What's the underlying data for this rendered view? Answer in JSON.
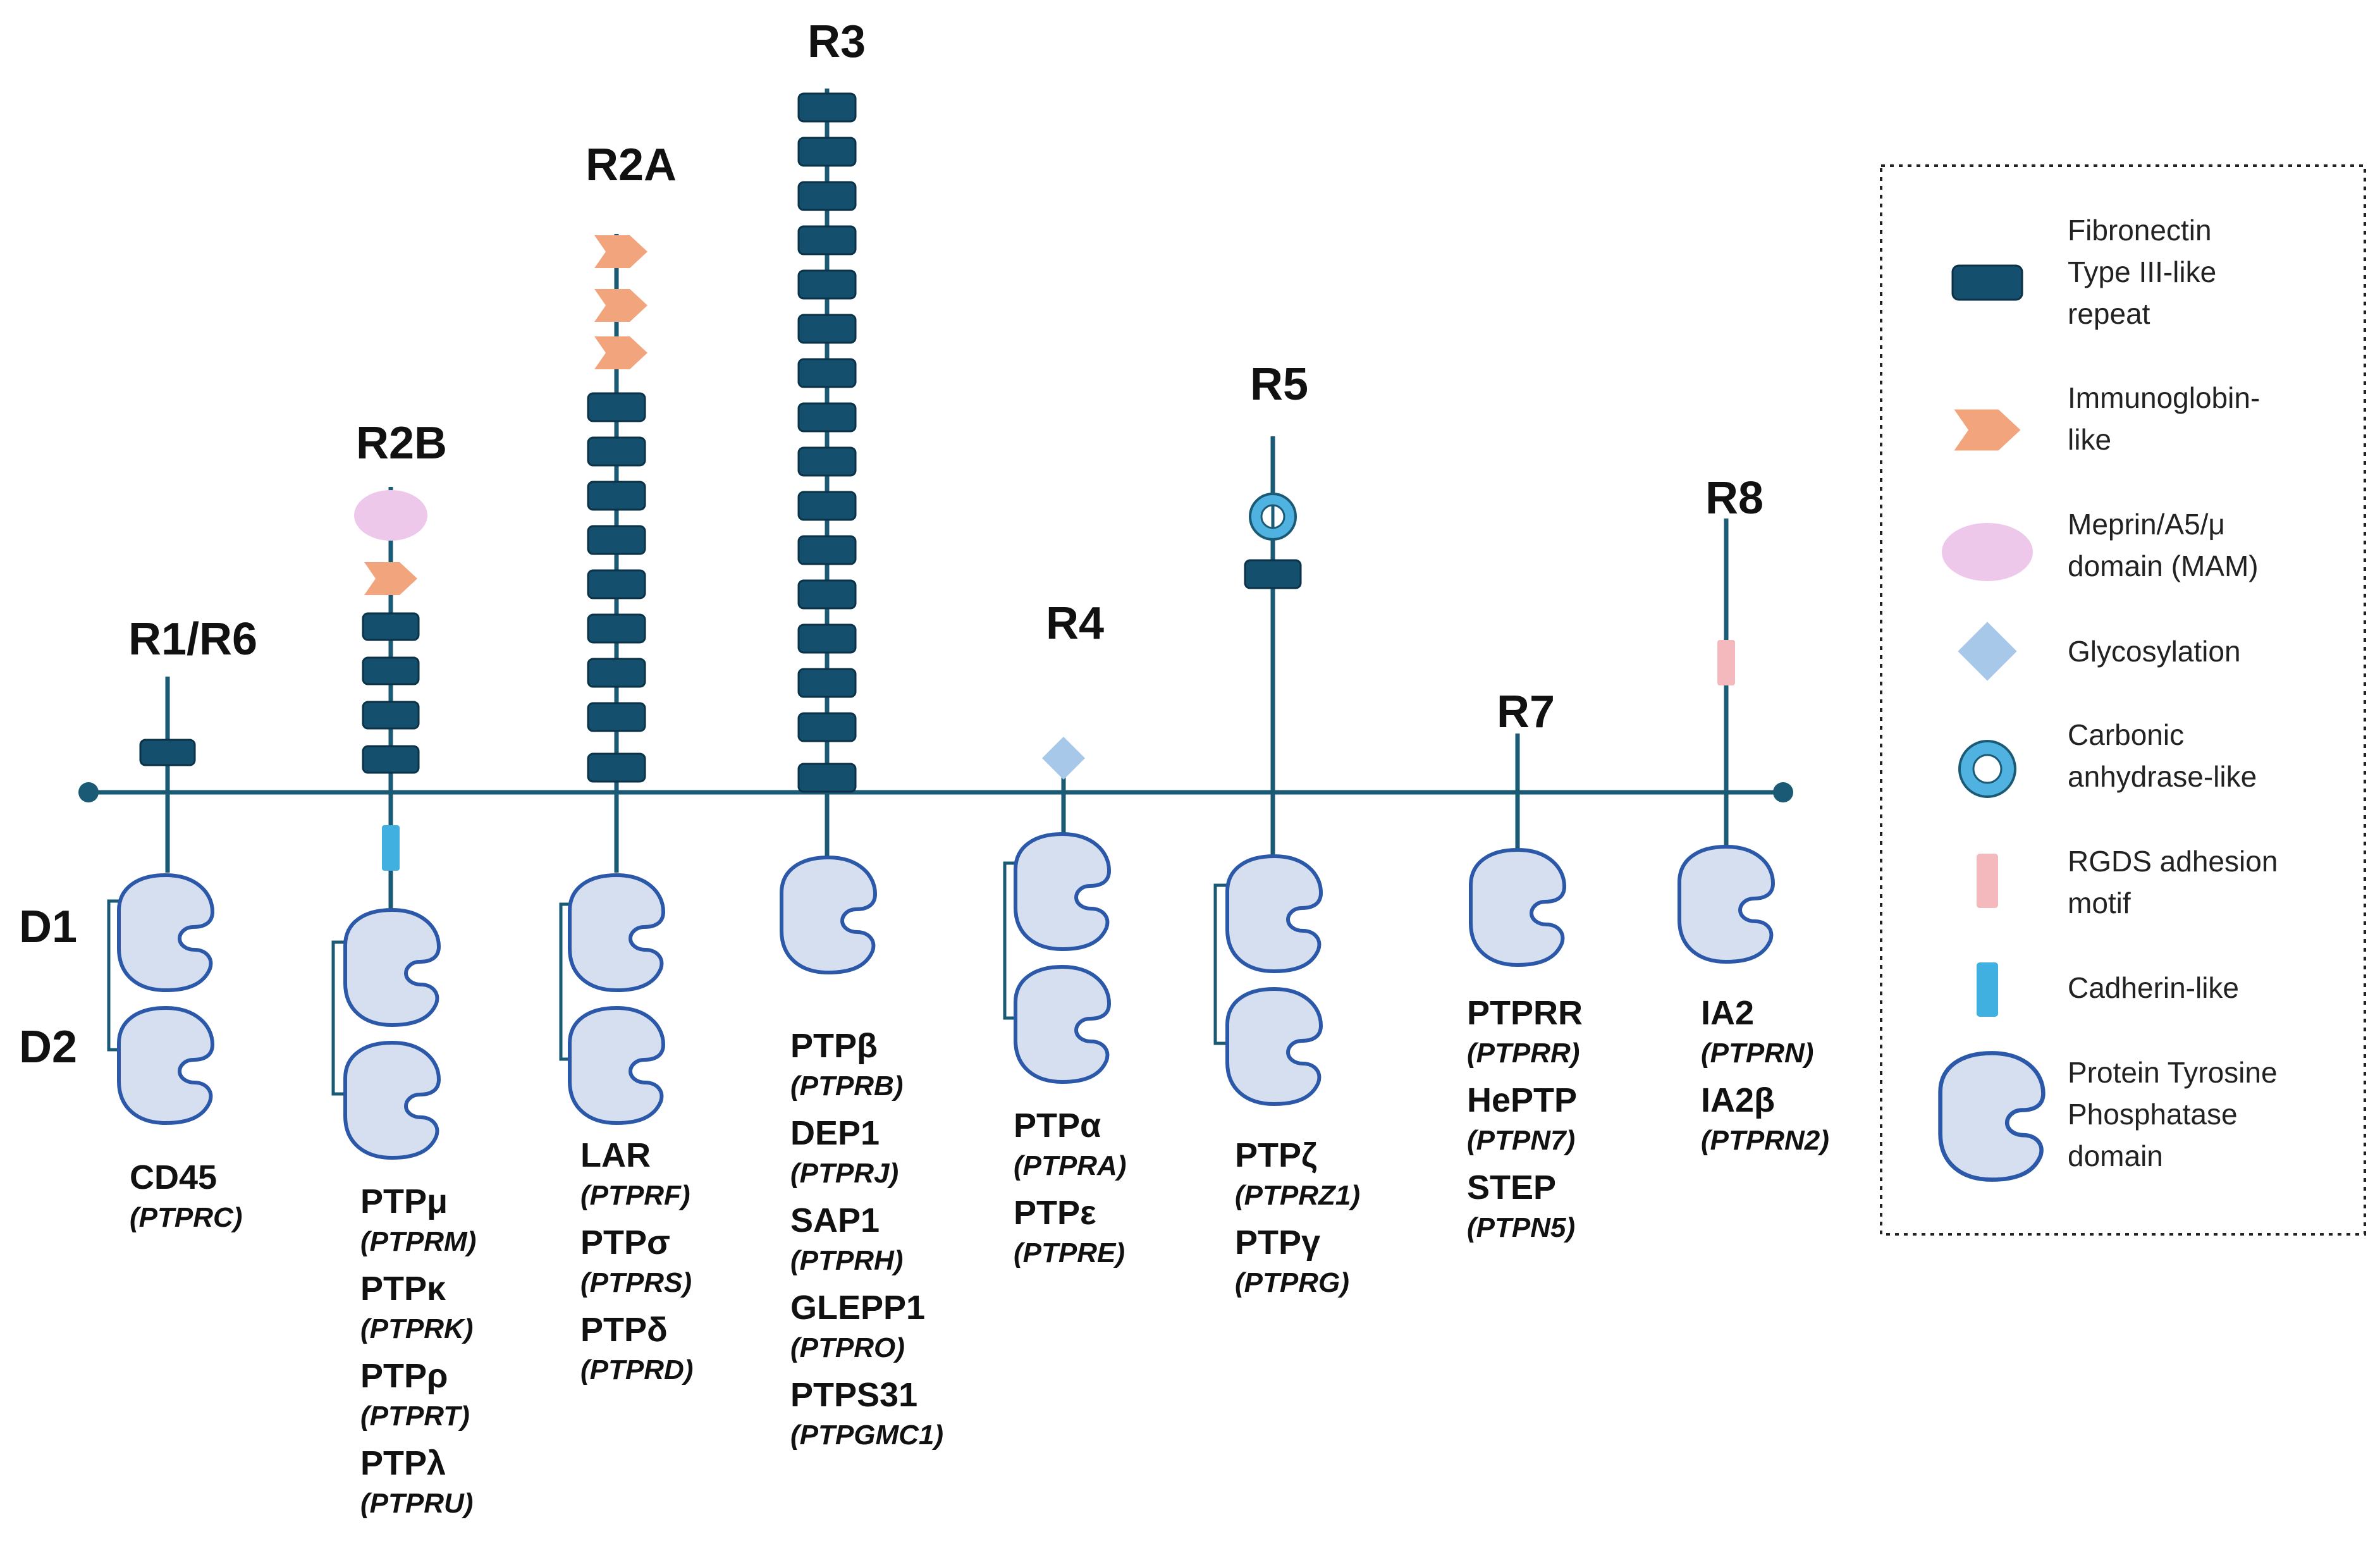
{
  "groups": [
    {
      "id": "r1r6",
      "label": "R1/R6",
      "proteins": [
        {
          "name": "CD45",
          "gene": "(PTPRC)"
        }
      ]
    },
    {
      "id": "r2b",
      "label": "R2B",
      "proteins": [
        {
          "name": "PTPμ",
          "gene": "(PTPRM)"
        },
        {
          "name": "PTPκ",
          "gene": "(PTPRK)"
        },
        {
          "name": "PTPρ",
          "gene": "(PTPRT)"
        },
        {
          "name": "PTPλ",
          "gene": "(PTPRU)"
        }
      ]
    },
    {
      "id": "r2a",
      "label": "R2A",
      "proteins": [
        {
          "name": "LAR",
          "gene": "(PTPRF)"
        },
        {
          "name": "PTPσ",
          "gene": "(PTPRS)"
        },
        {
          "name": "PTPδ",
          "gene": "(PTPRD)"
        }
      ]
    },
    {
      "id": "r3",
      "label": "R3",
      "proteins": [
        {
          "name": "PTPβ",
          "gene": "(PTPRB)"
        },
        {
          "name": "DEP1",
          "gene": "(PTPRJ)"
        },
        {
          "name": "SAP1",
          "gene": "(PTPRH)"
        },
        {
          "name": "GLEPP1",
          "gene": "(PTPRO)"
        },
        {
          "name": "PTPS31",
          "gene": "(PTPGMC1)"
        }
      ]
    },
    {
      "id": "r4",
      "label": "R4",
      "proteins": [
        {
          "name": "PTPα",
          "gene": "(PTPRA)"
        },
        {
          "name": "PTPε",
          "gene": "(PTPRE)"
        }
      ]
    },
    {
      "id": "r5",
      "label": "R5",
      "proteins": [
        {
          "name": "PTPζ",
          "gene": "(PTPRZ1)"
        },
        {
          "name": "PTPγ",
          "gene": "(PTPRG)"
        }
      ]
    },
    {
      "id": "r7",
      "label": "R7",
      "proteins": [
        {
          "name": "PTPRR",
          "gene": "(PTPRR)"
        },
        {
          "name": "HePTP",
          "gene": "(PTPN7)"
        },
        {
          "name": "STEP",
          "gene": "(PTPN5)"
        }
      ]
    },
    {
      "id": "r8",
      "label": "R8",
      "proteins": [
        {
          "name": "IA2",
          "gene": "(PTPRN)"
        },
        {
          "name": "IA2β",
          "gene": "(PTPRN2)"
        }
      ]
    }
  ],
  "domain_labels": {
    "d1": "D1",
    "d2": "D2"
  },
  "legend": [
    {
      "icon": "fibronectin-icon",
      "lines": [
        "Fibronectin",
        "Type III-like",
        "repeat"
      ]
    },
    {
      "icon": "immunoglobulin-icon",
      "lines": [
        "Immunoglobin-",
        "like"
      ]
    },
    {
      "icon": "mam-domain-icon",
      "lines": [
        "Meprin/A5/μ",
        "domain (MAM)"
      ]
    },
    {
      "icon": "glycosylation-icon",
      "lines": [
        "Glycosylation"
      ]
    },
    {
      "icon": "carbonic-anhydrase-icon",
      "lines": [
        "Carbonic",
        "anhydrase-like"
      ]
    },
    {
      "icon": "rgds-motif-icon",
      "lines": [
        "RGDS adhesion",
        "motif"
      ]
    },
    {
      "icon": "cadherin-icon",
      "lines": [
        "Cadherin-like"
      ]
    },
    {
      "icon": "ptp-domain-icon",
      "lines": [
        "Protein Tyrosine",
        "Phosphatase",
        "domain"
      ]
    }
  ],
  "colors": {
    "membrane": "#1b5a75",
    "fibronectin": "#14506e",
    "immunoglobulin": "#f2a57c",
    "mam": "#eec8ea",
    "glycosylation": "#a8c8ea",
    "carbonic_anhydrase": "#4fb2e0",
    "rgds": "#f3b9bd",
    "cadherin": "#3fb0e0",
    "ptp_fill": "#d6dff0",
    "ptp_stroke": "#2b58a8"
  }
}
